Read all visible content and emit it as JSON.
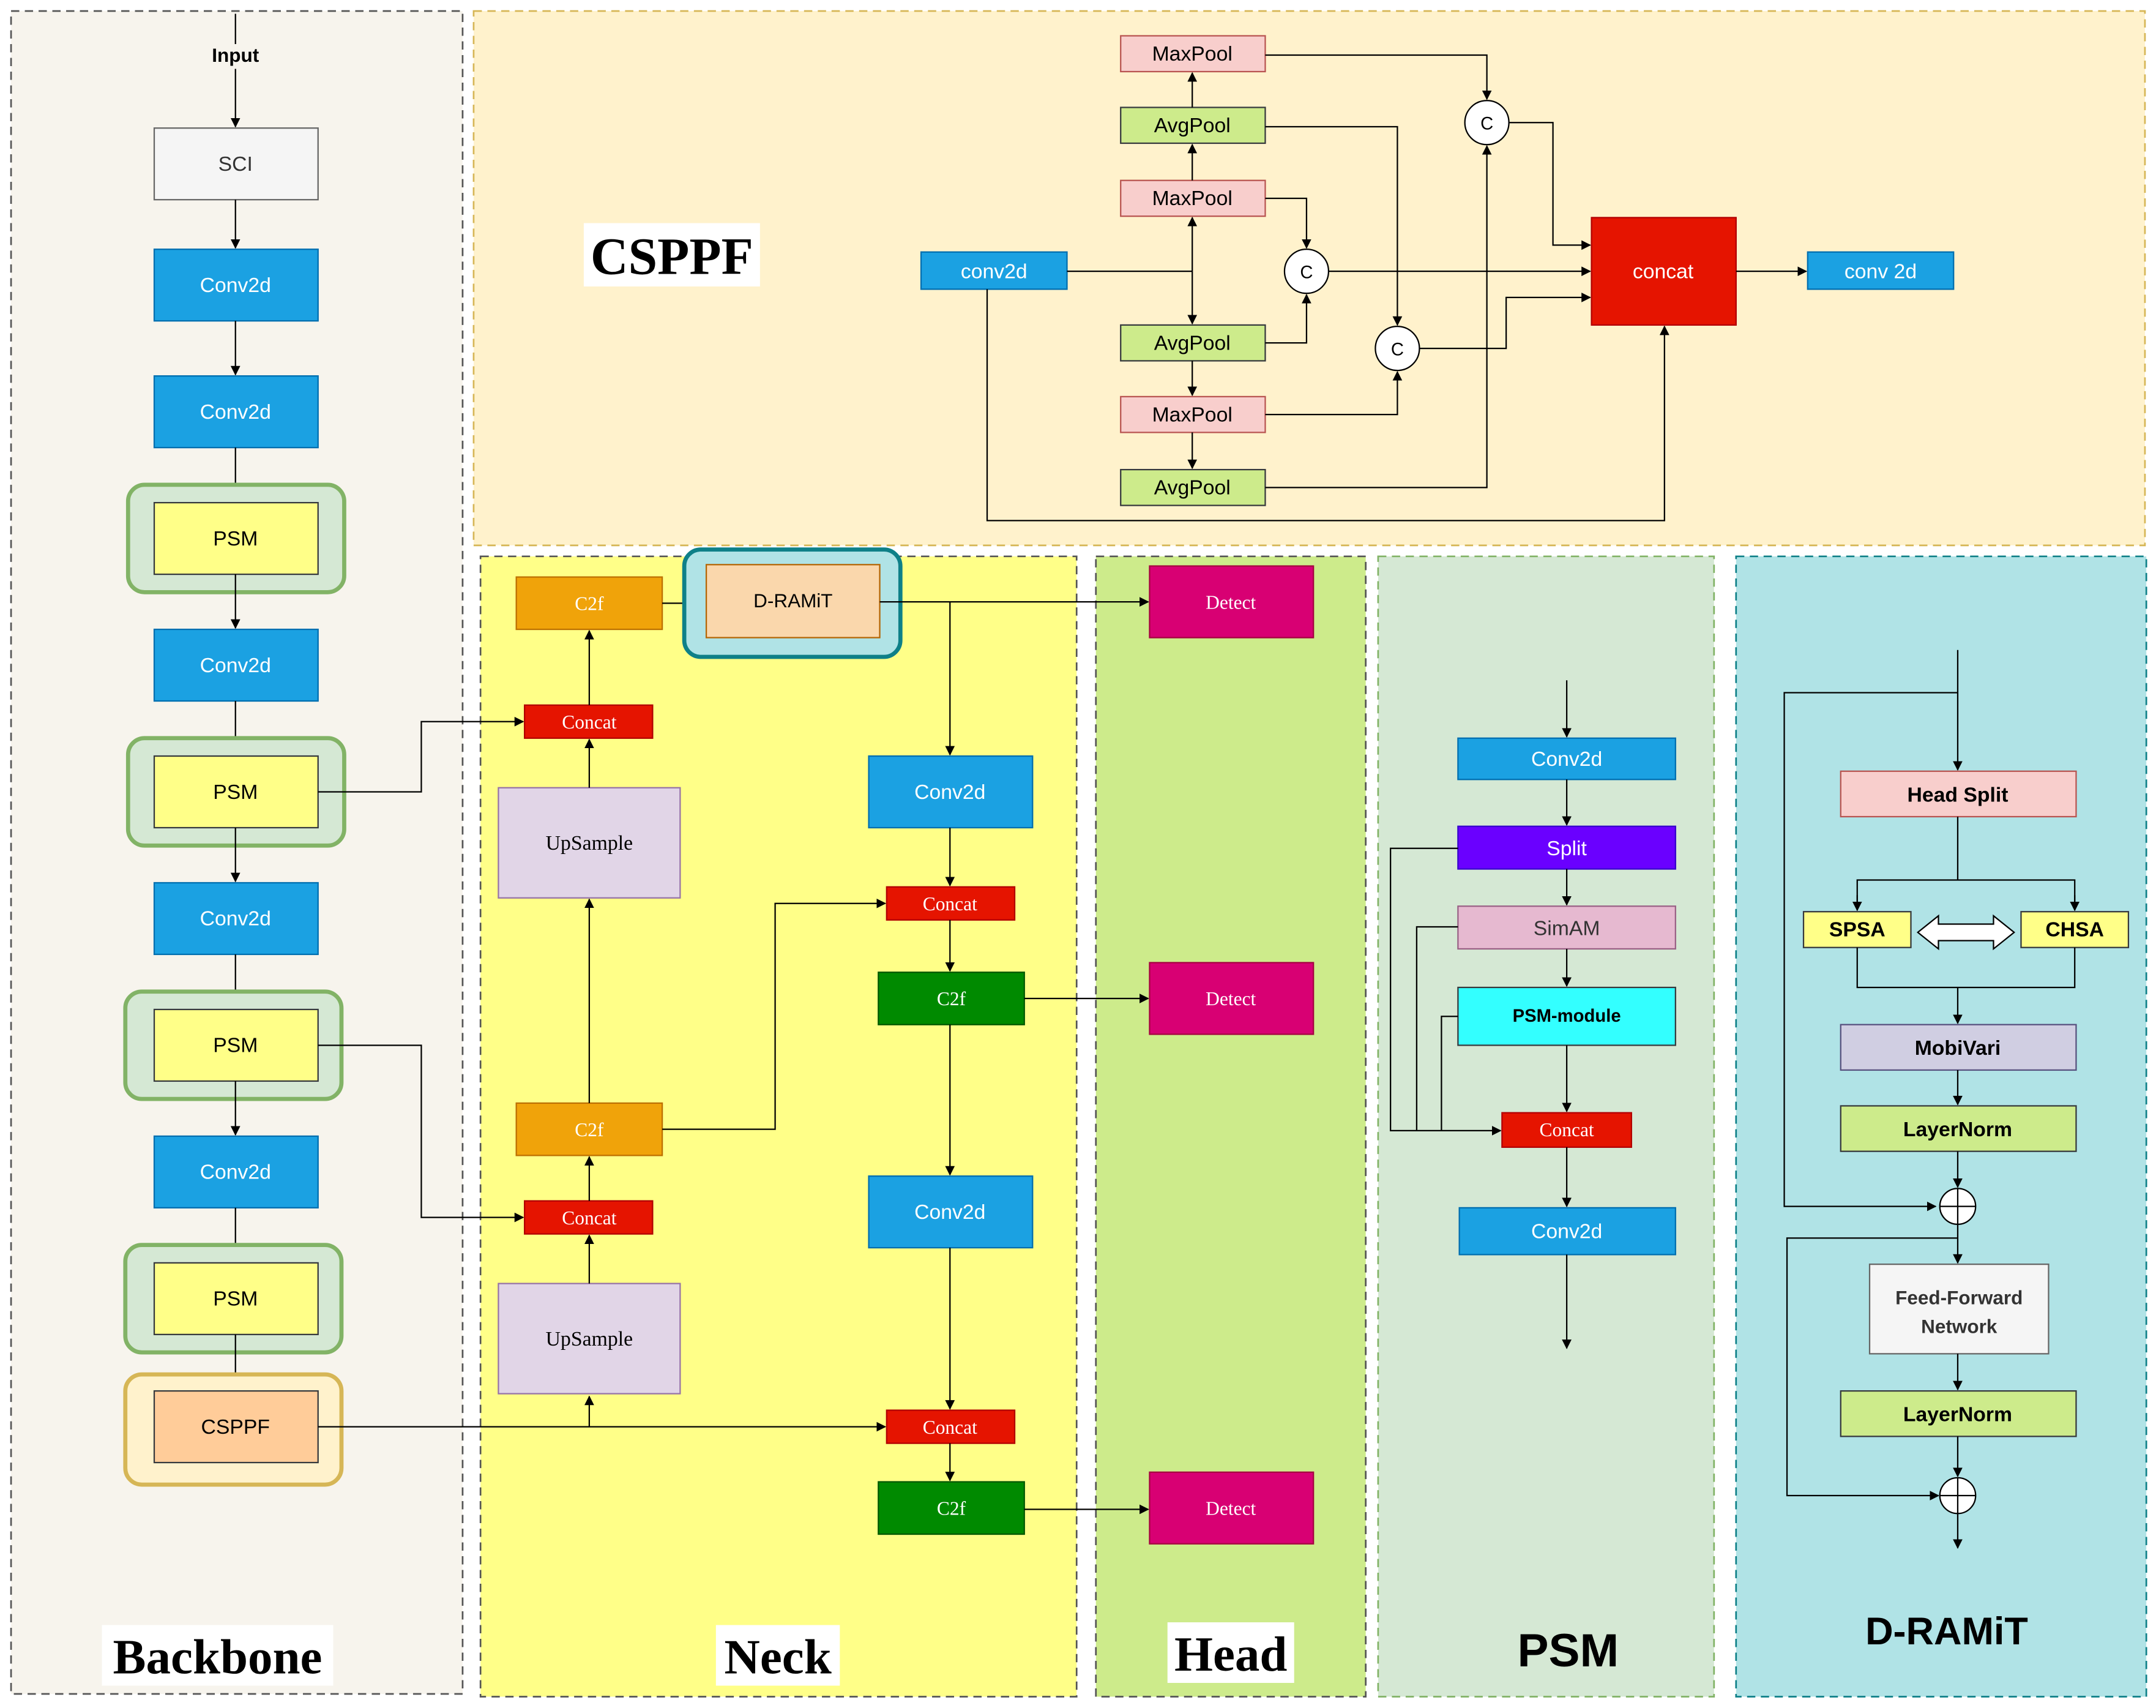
{
  "sections": {
    "backbone": "Backbone",
    "neck": "Neck",
    "head": "Head",
    "psm": "PSM",
    "csppf": "CSPPF",
    "dramit": "D-RAMiT"
  },
  "colors": {
    "conv_blue": "#1ba1e2",
    "psm_yellow": "#ffff88",
    "group_green": "#d5e8d4",
    "group_green_border": "#82b366",
    "csppf_orange": "#ffcc99",
    "csppf_group": "#fff2cc",
    "c2f_orange": "#f0a30a",
    "concat_red": "#e51400",
    "upsample_purple": "#e1d5e7",
    "c2f_green": "#008a00",
    "detect_magenta": "#d80073",
    "maxpool_pink": "#f8cecc",
    "avgpool_green": "#cdeb8b",
    "split_violet": "#6a00ff",
    "simam_pink": "#e6b9d0",
    "psm_module_cyan": "#33ffff",
    "layernorm_green": "#cdeb8b",
    "mobivari_purple": "#d0cee2"
  },
  "backbone": {
    "input": "Input",
    "sci": "SCI",
    "conv1": "Conv2d",
    "conv2": "Conv2d",
    "psm1": "PSM",
    "conv3": "Conv2d",
    "psm2": "PSM",
    "conv4": "Conv2d",
    "psm3": "PSM",
    "conv5": "Conv2d",
    "psm4": "PSM",
    "csppf": "CSPPF"
  },
  "neck": {
    "c2f_top": "C2f",
    "dramit": "D-RAMiT",
    "concat_top": "Concat",
    "upsample_top": "UpSample",
    "conv_right_top": "Conv2d",
    "concat_right_mid": "Concat",
    "c2f_right_mid": "C2f",
    "c2f_left_mid": "C2f",
    "concat_left_low": "Concat",
    "upsample_low": "UpSample",
    "conv_right_low": "Conv2d",
    "concat_right_low": "Concat",
    "c2f_right_low": "C2f"
  },
  "head": {
    "detect1": "Detect",
    "detect2": "Detect",
    "detect3": "Detect"
  },
  "csppf_detail": {
    "conv_in": "conv2d",
    "maxpool1": "MaxPool",
    "avgpool1": "AvgPool",
    "maxpool2": "MaxPool",
    "avgpool2": "AvgPool",
    "maxpool3": "MaxPool",
    "avgpool3": "AvgPool",
    "c1": "C",
    "c2": "C",
    "c3": "C",
    "concat": "concat",
    "conv_out": "conv 2d"
  },
  "psm_detail": {
    "conv_in": "Conv2d",
    "split": "Split",
    "simam": "SimAM",
    "module": "PSM-module",
    "concat": "Concat",
    "conv_out": "Conv2d"
  },
  "dramit_detail": {
    "head_split": "Head Split",
    "spsa": "SPSA",
    "chsa": "CHSA",
    "mobivari": "MobiVari",
    "layernorm1": "LayerNorm",
    "ffn_line1": "Feed-Forward",
    "ffn_line2": "Network",
    "layernorm2": "LayerNorm"
  }
}
